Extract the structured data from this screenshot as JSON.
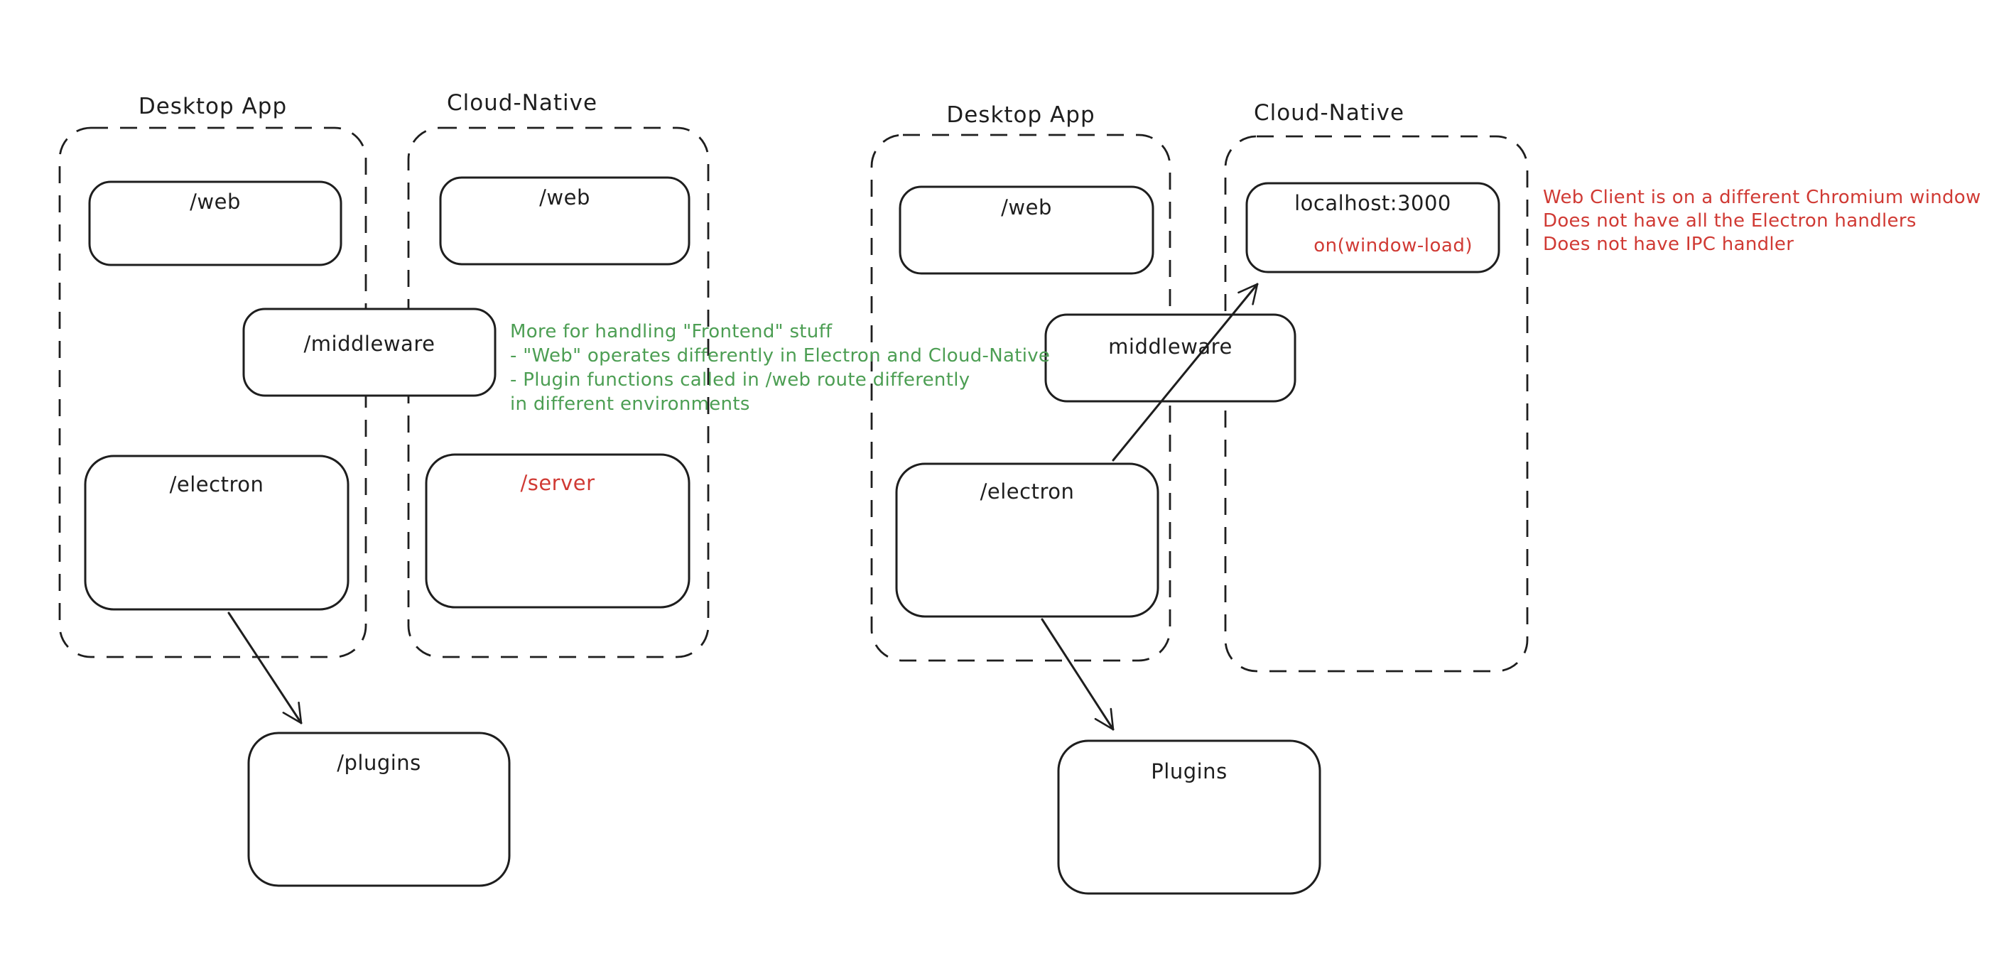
{
  "colors": {
    "ink": "#1e1e1e",
    "green": "#4c9e53",
    "red": "#d03a34",
    "background": "#ffffff"
  },
  "left_diagram": {
    "desktop_group": {
      "label": "Desktop App",
      "web_box": "/web",
      "electron_box": "/electron"
    },
    "cloud_group": {
      "label": "Cloud-Native",
      "web_box": "/web",
      "server_box": "/server"
    },
    "middleware_box": "/middleware",
    "plugins_box": "/plugins",
    "green_note_lines": [
      "More for handling \"Frontend\" stuff",
      "- \"Web\" operates differently in Electron and Cloud-Native",
      "- Plugin functions called in /web route differently",
      "in different environments"
    ]
  },
  "right_diagram": {
    "desktop_group": {
      "label": "Desktop App",
      "web_box": "/web",
      "electron_box": "/electron"
    },
    "cloud_group": {
      "label": "Cloud-Native",
      "localhost_box": "localhost:3000",
      "localhost_sub": "on(window-load)"
    },
    "middleware_box": "middleware",
    "plugins_box": "Plugins",
    "red_note_lines": [
      "Web Client is on a different Chromium window",
      "Does not have all the Electron handlers",
      "Does not have IPC handler"
    ]
  }
}
